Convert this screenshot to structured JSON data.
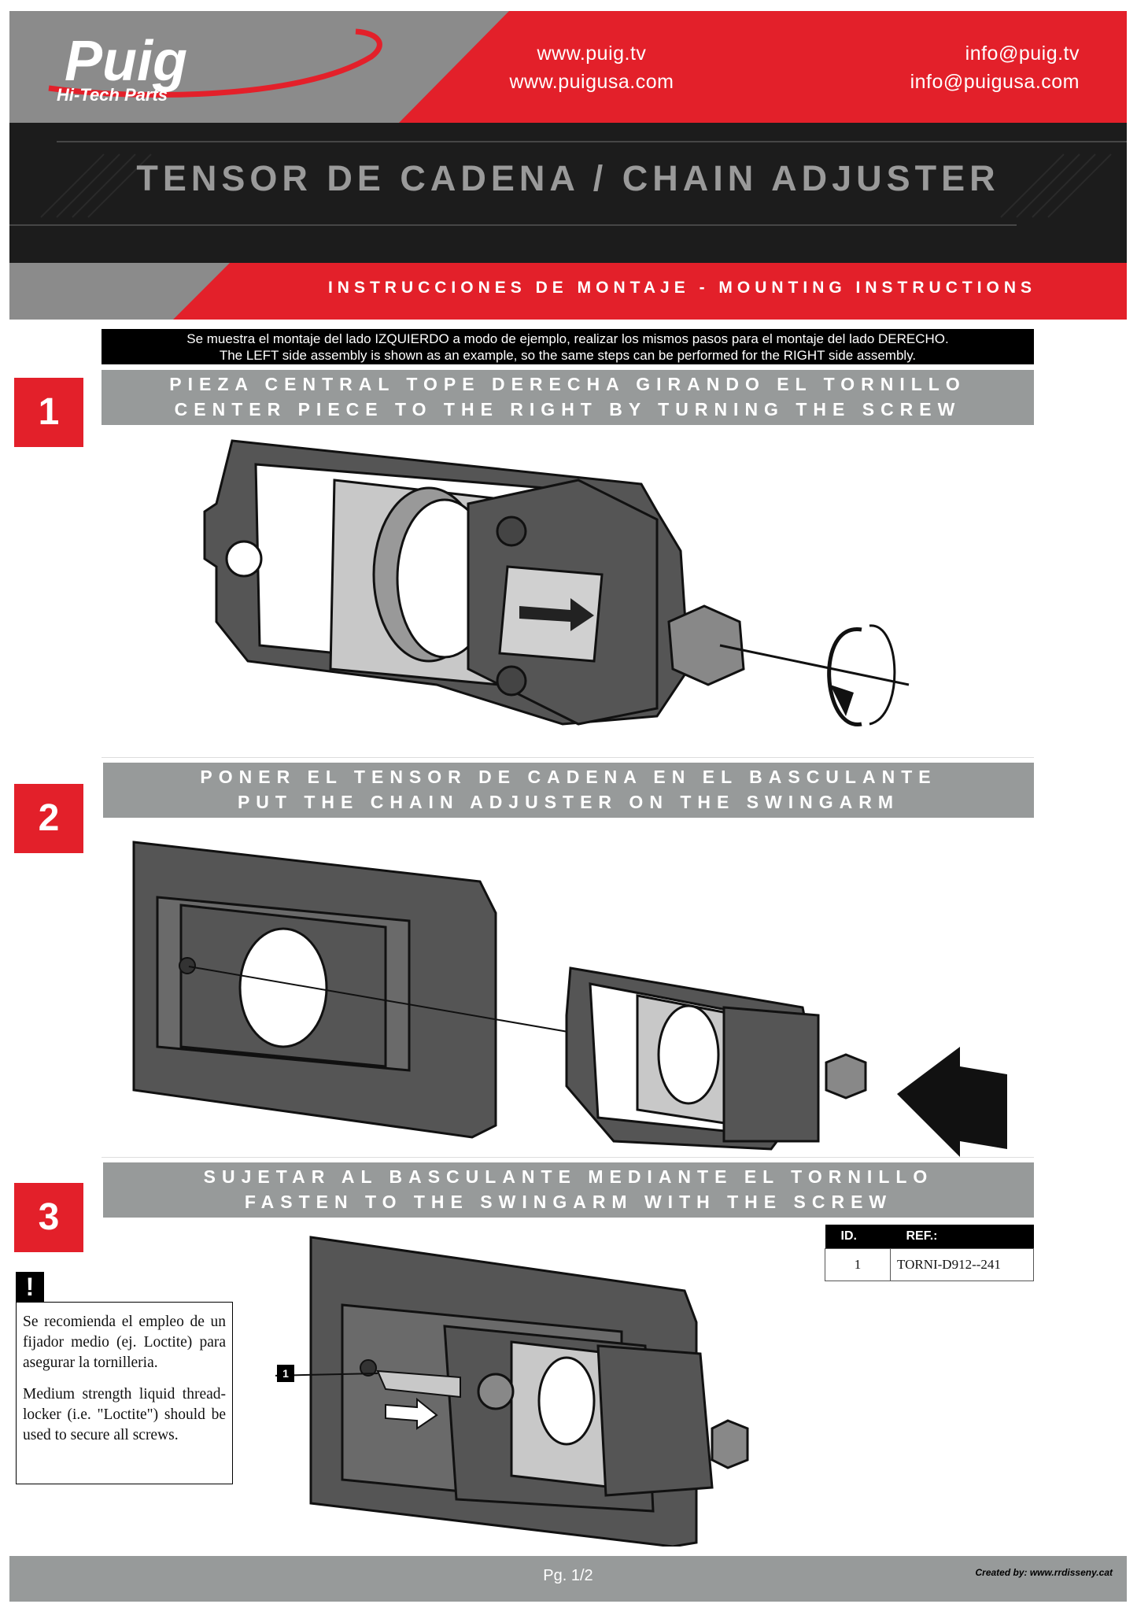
{
  "header": {
    "brand": "Puig",
    "brand_tagline": "Hi-Tech Parts",
    "web1": "www.puig.tv",
    "web2": "www.puigusa.com",
    "email1": "info@puig.tv",
    "email2": "info@puigusa.com",
    "title": "TENSOR DE CADENA / CHAIN ADJUSTER",
    "subtitle": "INSTRUCCIONES DE MONTAJE - MOUNTING INSTRUCTIONS"
  },
  "note": {
    "line1": "Se muestra el montaje del lado IZQUIERDO a modo de ejemplo, realizar los mismos pasos para el montaje del lado DERECHO.",
    "line2": "The LEFT side assembly is shown as an example, so the same steps can be performed for the RIGHT side assembly."
  },
  "steps": [
    {
      "number": "1",
      "es": "PIEZA CENTRAL TOPE DERECHA GIRANDO EL TORNILLO",
      "en": "CENTER PIECE TO THE RIGHT BY TURNING THE SCREW"
    },
    {
      "number": "2",
      "es": "PONER EL TENSOR DE CADENA EN EL BASCULANTE",
      "en": "PUT THE CHAIN ADJUSTER ON THE SWINGARM"
    },
    {
      "number": "3",
      "es": "SUJETAR AL BASCULANTE MEDIANTE EL TORNILLO",
      "en": "FASTEN TO THE SWINGARM WITH THE SCREW"
    }
  ],
  "warning": {
    "symbol": "!",
    "es": "Se recomienda el empleo de un fijador medio (ej. Loctite) para asegurar la tornilleria.",
    "en": "Medium strength liquid thread-locker (i.e. \"Loctite\") should be used to secure all screws."
  },
  "ref_table": {
    "col_id": "ID.",
    "col_ref": "REF.:",
    "rows": [
      {
        "id": "1",
        "ref": "TORNI-D912--241"
      }
    ]
  },
  "callout_label": "1",
  "footer": {
    "page": "Pg. 1/2",
    "credit": "Created by:  www.rrdisseny.cat"
  },
  "colors": {
    "red": "#e3202a",
    "gray": "#8b8b8b",
    "dark": "#1c1c1c"
  }
}
